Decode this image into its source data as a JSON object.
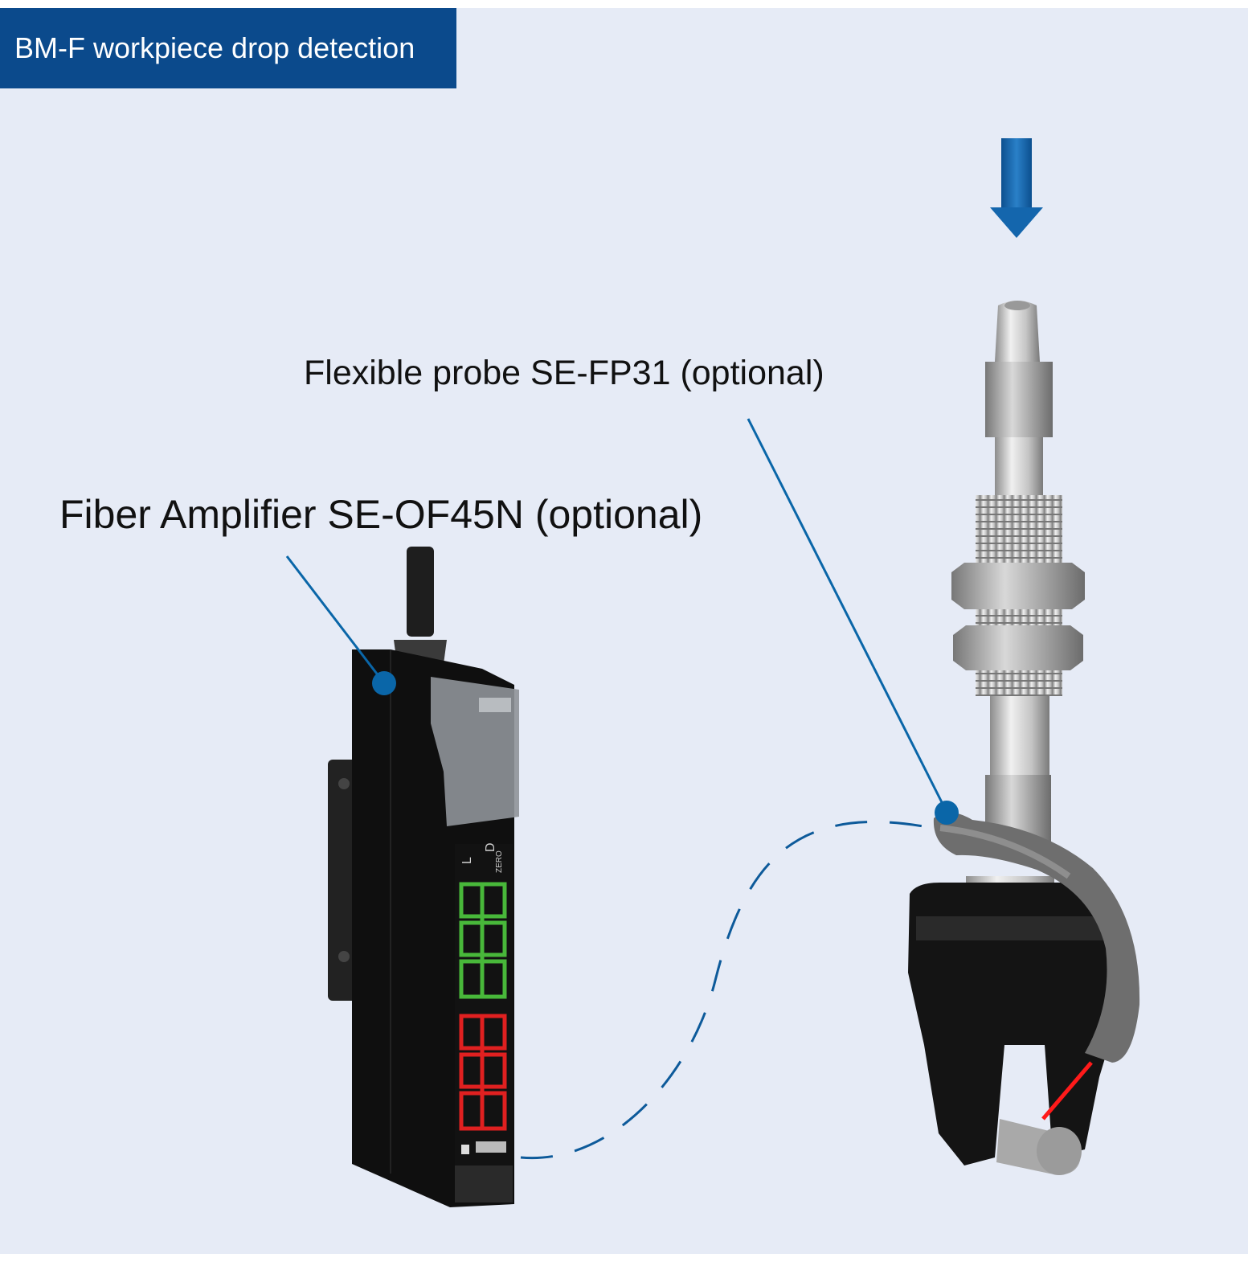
{
  "title": "BM-F workpiece drop detection",
  "callouts": {
    "probe": "Flexible probe SE-FP31 (optional)",
    "amplifier": "Fiber Amplifier SE-OF45N (optional)"
  },
  "device_labels": {
    "mode_l": "L",
    "mode_d": "D",
    "zero": "ZERO"
  },
  "colors": {
    "background": "#e6ebf6",
    "banner": "#0b4a8c",
    "accent": "#0a66a8",
    "display_green": "#48b83a",
    "display_red": "#e02020",
    "beam": "#ff1a1a"
  }
}
